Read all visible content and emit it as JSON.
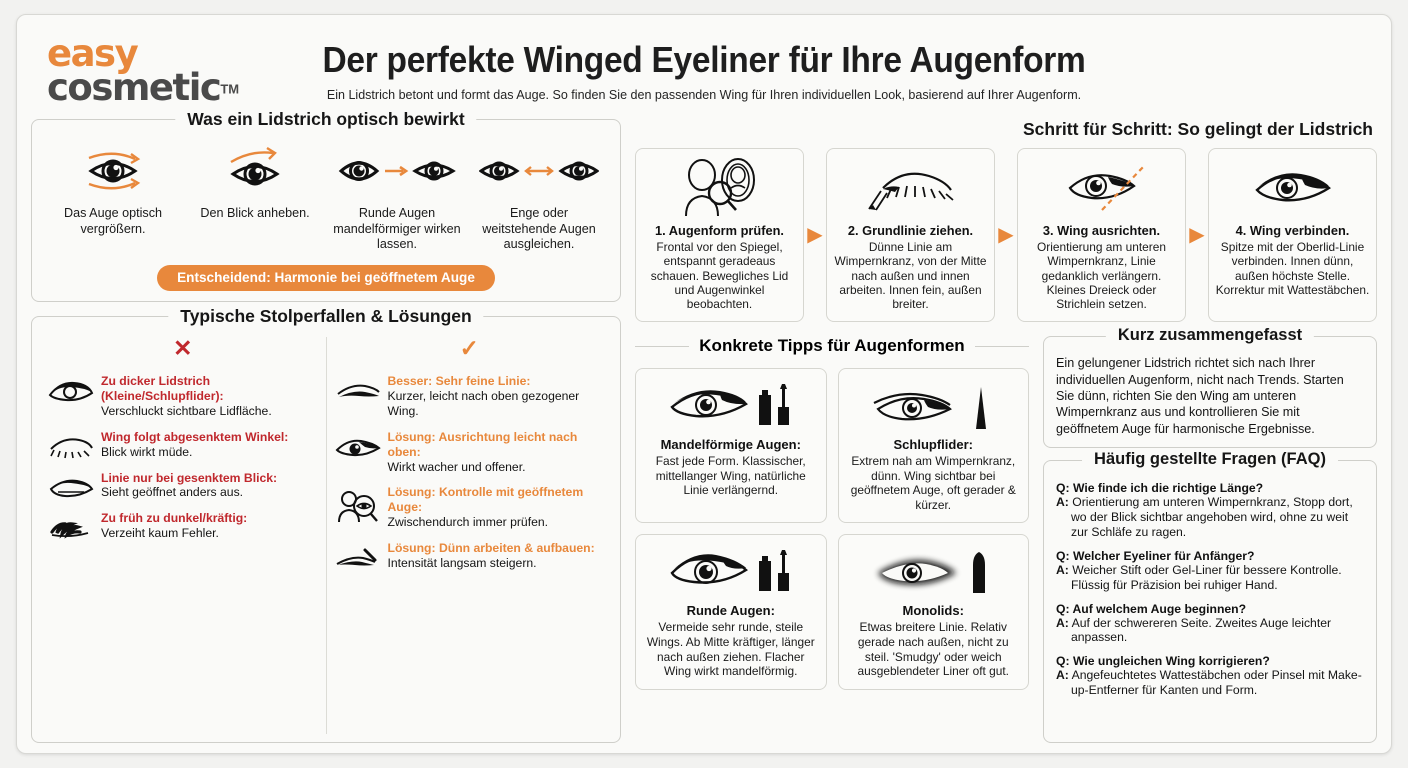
{
  "brand": {
    "name_top": "easy",
    "name_bottom": "cosmetic",
    "tm": "TM",
    "orange": "#e8883c",
    "dark": "#4a4a4a"
  },
  "header": {
    "title": "Der perfekte Winged Eyeliner für Ihre Augenform",
    "subtitle": "Ein Lidstrich betont und formt das Auge. So finden Sie den passenden Wing für Ihren individuellen Look, basierend auf Ihrer Augenform."
  },
  "effects": {
    "legend": "Was ein Lidstrich optisch bewirkt",
    "items": [
      {
        "icon": "eye-enlarge-icon",
        "caption": "Das Auge optisch vergrößern."
      },
      {
        "icon": "eye-lift-icon",
        "caption": "Den Blick anheben."
      },
      {
        "icon": "eye-round-to-almond-icon",
        "caption": "Runde Augen mandelförmiger wirken lassen."
      },
      {
        "icon": "eye-spacing-icon",
        "caption": "Enge oder weitstehende Augen ausgleichen."
      }
    ],
    "pill": "Entscheidend: Harmonie bei geöffnetem Auge"
  },
  "pitfalls": {
    "legend": "Typische Stolperfallen & Lösungen",
    "mark_bad": "✕",
    "mark_good": "✓",
    "bad": [
      {
        "icon": "thick-liner-eye-icon",
        "head": "Zu dicker Lidstrich (Kleine/Schlupflider):",
        "body": "Verschluckt sichtbare Lidfläche."
      },
      {
        "icon": "closed-eye-lashes-icon",
        "head": "Wing folgt abgesenktem Winkel:",
        "body": "Blick wirkt müde."
      },
      {
        "icon": "downcast-eye-icon",
        "head": "Linie nur bei gesenktem Blick:",
        "body": "Sieht geöffnet anders aus."
      },
      {
        "icon": "scribble-dark-icon",
        "head": "Zu früh zu dunkel/kräftig:",
        "body": "Verzeiht kaum Fehler."
      }
    ],
    "good": [
      {
        "icon": "fine-line-icon",
        "head": "Besser: Sehr feine Linie:",
        "body": "Kurzer, leicht nach oben gezogener Wing."
      },
      {
        "icon": "upward-wing-eye-icon",
        "head": "Lösung: Ausrichtung leicht nach oben:",
        "body": "Wirkt wacher und offener."
      },
      {
        "icon": "mirror-check-icon",
        "head": "Lösung: Kontrolle mit geöffnetem Auge:",
        "body": "Zwischendurch immer prüfen."
      },
      {
        "icon": "thin-buildup-icon",
        "head": "Lösung: Dünn arbeiten & aufbauen:",
        "body": "Intensität langsam steigern."
      }
    ]
  },
  "steps": {
    "title": "Schritt für Schritt: So gelingt der Lidstrich",
    "arrow": "▶",
    "items": [
      {
        "icon": "person-mirror-magnifier-icon",
        "head": "1. Augenform prüfen.",
        "body": "Frontal vor den Spiegel, entspannt geradeaus schauen. Bewegliches Lid und Augenwinkel beobachten."
      },
      {
        "icon": "lash-line-pen-icon",
        "head": "2. Grundlinie ziehen.",
        "body": "Dünne Linie am Wimpernkranz, von der Mitte nach außen und innen arbeiten. Innen fein, außen breiter."
      },
      {
        "icon": "wing-angle-guide-icon",
        "head": "3. Wing ausrichten.",
        "body": "Orientierung am unteren Wimpernkranz, Linie gedanklich verlängern. Kleines Dreieck oder Strichlein setzen."
      },
      {
        "icon": "wing-connect-icon",
        "head": "4. Wing verbinden.",
        "body": "Spitze mit der Oberlid-Linie verbinden. Innen dünn, außen höchste Stelle. Korrektur mit Wattestäbchen."
      }
    ]
  },
  "tips": {
    "legend": "Konkrete Tipps für Augenformen",
    "items": [
      {
        "icon": "almond-eye-liner-icon",
        "head": "Mandelförmige Augen:",
        "body": "Fast jede Form. Klassischer, mittellanger Wing, natürliche Linie verlängernd."
      },
      {
        "icon": "hooded-eye-liner-icon",
        "head": "Schlupflider:",
        "body": "Extrem nah am Wimpernkranz, dünn. Wing sichtbar bei geöffnetem Auge, oft gerader & kürzer."
      },
      {
        "icon": "round-eye-liner-icon",
        "head": "Runde Augen:",
        "body": "Vermeide sehr runde, steile Wings. Ab Mitte kräftiger, länger nach außen ziehen. Flacher Wing wirkt mandelförmig."
      },
      {
        "icon": "monolid-eye-smudge-icon",
        "head": "Monolids:",
        "body": "Etwas breitere Linie. Relativ gerade nach außen, nicht zu steil. 'Smudgy' oder weich ausgeblendeter Liner oft gut."
      }
    ]
  },
  "summary": {
    "legend": "Kurz zusammengefasst",
    "text": "Ein gelungener Lidstrich richtet sich nach Ihrer individuellen Augenform, nicht nach Trends. Starten Sie dünn, richten Sie den Wing am unteren Wimpernkranz aus und kontrollieren Sie mit geöffnetem Auge für harmonische Ergebnisse."
  },
  "faq": {
    "legend": "Häufig gestellte Fragen (FAQ)",
    "q_label": "Q:",
    "a_label": "A:",
    "items": [
      {
        "q": "Wie finde ich die richtige Länge?",
        "a": "Orientierung am unteren Wimpernkranz, Stopp dort, wo der Blick sichtbar angehoben wird, ohne zu weit zur Schläfe zu ragen."
      },
      {
        "q": "Welcher Eyeliner für Anfänger?",
        "a": "Weicher Stift oder Gel-Liner für bessere Kontrolle. Flüssig für Präzision bei ruhiger Hand."
      },
      {
        "q": "Auf welchem Auge beginnen?",
        "a": "Auf der schwereren Seite. Zweites Auge leichter anpassen."
      },
      {
        "q": "Wie ungleichen Wing korrigieren?",
        "a": "Angefeuchtetes Wattestäbchen oder Pinsel mit Make-up-Entferner für Kanten und Form."
      }
    ]
  }
}
